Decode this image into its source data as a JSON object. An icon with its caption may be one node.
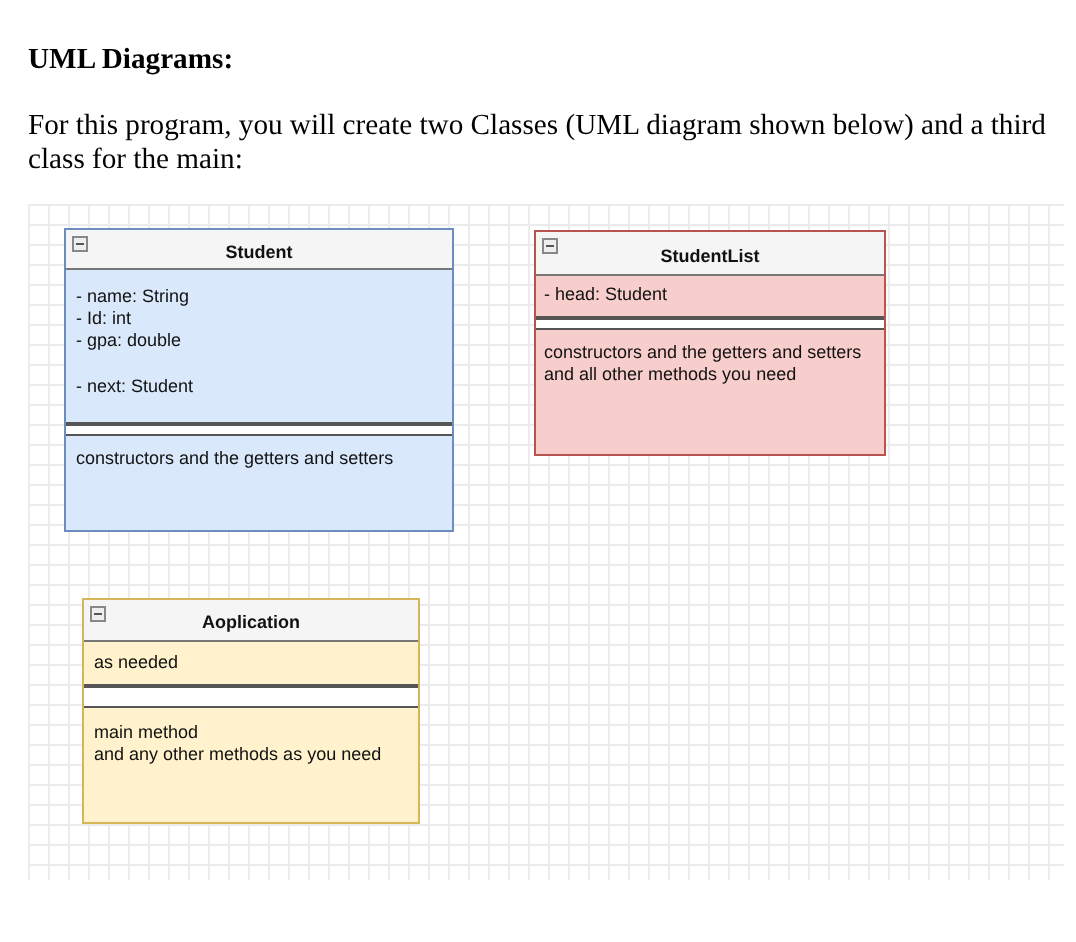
{
  "diagram": {
    "title": "UML Diagrams:",
    "nodes": [
      {
        "text": [
          "Student"
        ]
      },
      {
        "text": [
          "- name: String",
          "- Id: int",
          "- gpa: double",
          "- next: Student"
        ],
        "in": 0
      },
      {
        "text": [
          "constructors and the getters and setters"
        ],
        "in": 0
      },
      {
        "text": [
          "StudentList"
        ]
      },
      {
        "text": [
          "- head: Student"
        ],
        "in": 3
      },
      {
        "text": [
          "constructors and the getters and setters and all other methods you need"
        ],
        "in": 3
      },
      {
        "text": [
          "Aoplication"
        ]
      },
      {
        "text": [
          "as needed"
        ],
        "in": 6
      },
      {
        "text": [
          "main method",
          "and any other methods as you need"
        ],
        "in": 6
      }
    ],
    "labels": [
      "For this program, you will create two Classes (UML diagram shown below) and a third class for the main:"
    ]
  }
}
